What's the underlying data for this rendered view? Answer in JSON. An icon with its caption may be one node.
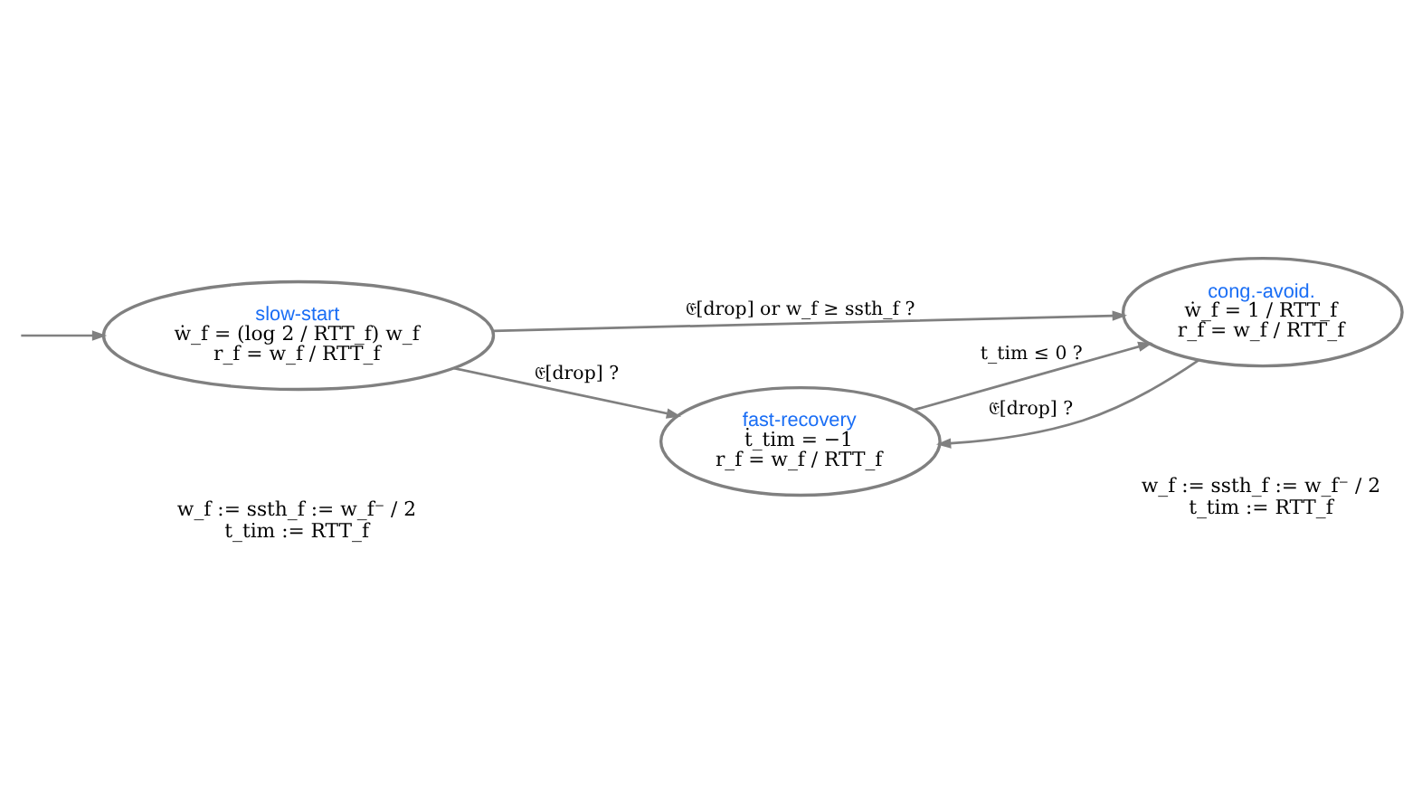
{
  "diagram": {
    "nodes": [
      {
        "text": [
          "slow-start",
          "ẇ_f = (log 2 / RTT_f) w_f",
          "r_f = w_f / RTT_f"
        ]
      },
      {
        "text": [
          "cong.-avoid.",
          "ẇ_f = 1 / RTT_f",
          "r_f = w_f / RTT_f"
        ]
      },
      {
        "text": [
          "fast-recovery",
          "ṫ_tim = −1",
          "r_f = w_f / RTT_f"
        ]
      }
    ],
    "edges": [
      {
        "from": null,
        "to": 0,
        "arrow": "to"
      },
      {
        "from": 0,
        "to": 1,
        "arrow": "to",
        "label": "𝔈[drop] or w_f ≥ ssth_f ?"
      },
      {
        "from": 0,
        "to": 2,
        "arrow": "to",
        "label": "𝔈[drop] ?"
      },
      {
        "from": 2,
        "to": 1,
        "arrow": "to",
        "label": "t_tim ≤ 0 ?"
      },
      {
        "from": 1,
        "to": 2,
        "arrow": "to",
        "label": "𝔈[drop] ?"
      }
    ],
    "labels": [
      "w_f := ssth_f := w_f⁻ / 2 t_tim := RTT_f",
      "w_f := ssth_f := w_f⁻ / 2 t_tim := RTT_f"
    ]
  }
}
